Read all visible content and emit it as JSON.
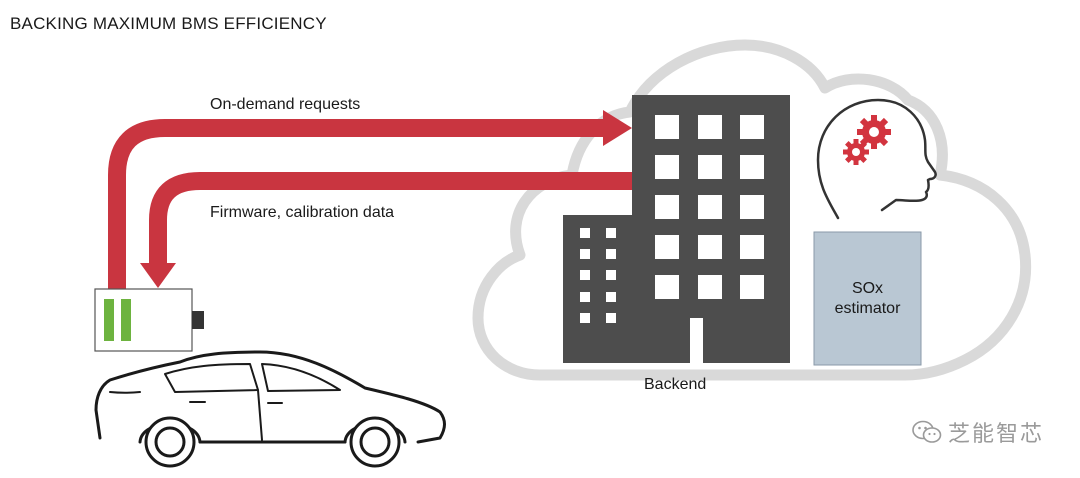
{
  "title": "BACKING MAXIMUM BMS EFFICIENCY",
  "arrows": {
    "request_label": "On-demand requests",
    "response_label": "Firmware, calibration data"
  },
  "backend": {
    "label": "Backend"
  },
  "estimator": {
    "line1": "SOx",
    "line2": "estimator"
  },
  "watermark": {
    "text": "芝能智芯",
    "icon": "wechat-icon"
  },
  "colors": {
    "arrow_red": "#c93540",
    "cloud_gray": "#d9d9d9",
    "building_gray": "#4d4d4d",
    "battery_green": "#6db33f",
    "estimator_blue": "#b9c7d3",
    "gear_red": "#d2343f"
  }
}
